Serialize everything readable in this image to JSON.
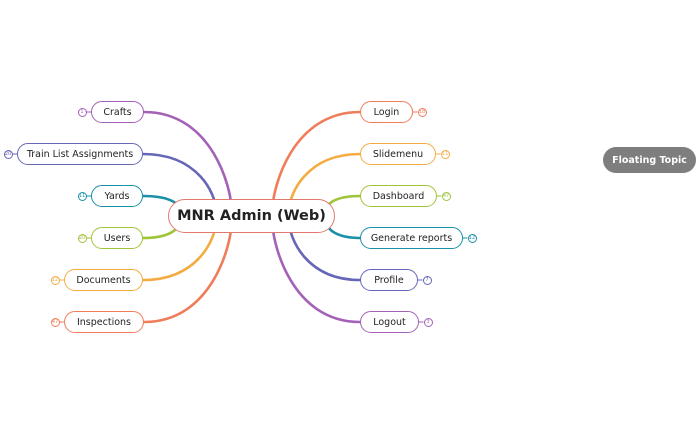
{
  "central": {
    "label": "MNR Admin (Web)"
  },
  "floating": {
    "label": "Floating Topic"
  },
  "left": [
    {
      "label": "Crafts",
      "badge": "1",
      "color": "#a461b8"
    },
    {
      "label": "Train List Assignments",
      "badge": "20",
      "color": "#6667b8"
    },
    {
      "label": "Yards",
      "badge": "11",
      "color": "#1a8fa8"
    },
    {
      "label": "Users",
      "badge": "20",
      "color": "#9fc43a"
    },
    {
      "label": "Documents",
      "badge": "12",
      "color": "#f4ac42"
    },
    {
      "label": "Inspections",
      "badge": "47",
      "color": "#ef7d5a"
    }
  ],
  "right": [
    {
      "label": "Login",
      "badge": "18",
      "color": "#ef7d5a"
    },
    {
      "label": "Slidemenu",
      "badge": "11",
      "color": "#f4ac42"
    },
    {
      "label": "Dashboard",
      "badge": "47",
      "color": "#9fc43a"
    },
    {
      "label": "Generate reports",
      "badge": "12",
      "color": "#1a8fa8"
    },
    {
      "label": "Profile",
      "badge": "7",
      "color": "#6667b8"
    },
    {
      "label": "Logout",
      "badge": "3",
      "color": "#a461b8"
    }
  ]
}
